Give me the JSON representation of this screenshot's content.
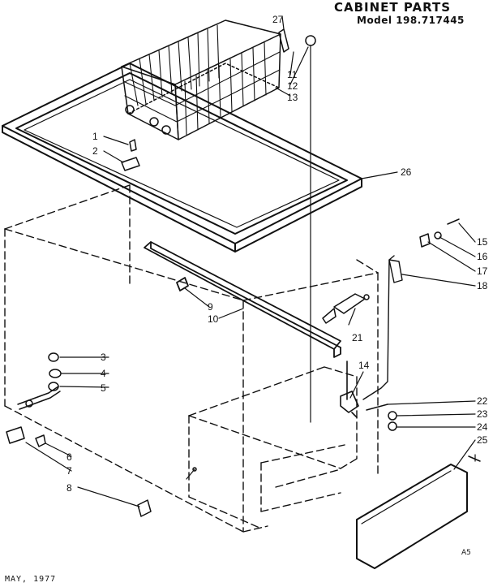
{
  "header": {
    "title": "CABINET PARTS",
    "model": "Model 198.717445"
  },
  "footer": {
    "date": "MAY, 1977",
    "code": "A5"
  },
  "callouts": [
    "1",
    "2",
    "3",
    "4",
    "5",
    "6",
    "7",
    "8",
    "9",
    "10",
    "11",
    "12",
    "13",
    "14",
    "15",
    "16",
    "17",
    "18",
    "21",
    "22",
    "23",
    "24",
    "25",
    "26",
    "27"
  ]
}
